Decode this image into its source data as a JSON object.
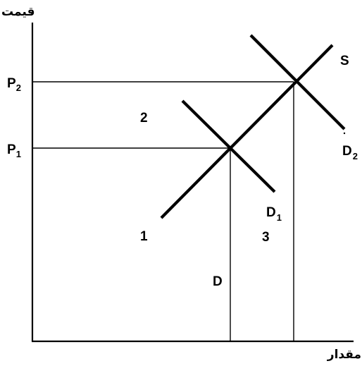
{
  "axes": {
    "y_title": "قیمت",
    "x_title": "مقدار"
  },
  "price_levels": {
    "p2": {
      "letter": "P",
      "sub": "2"
    },
    "p1": {
      "letter": "P",
      "sub": "1"
    }
  },
  "curves": {
    "supply": "S",
    "demand_1": {
      "letter": "D",
      "sub": "1"
    },
    "demand_2": {
      "letter": "D",
      "sub": "2"
    }
  },
  "points": {
    "one": "1",
    "two": "2",
    "three": "3"
  },
  "quantity_label": "D"
}
